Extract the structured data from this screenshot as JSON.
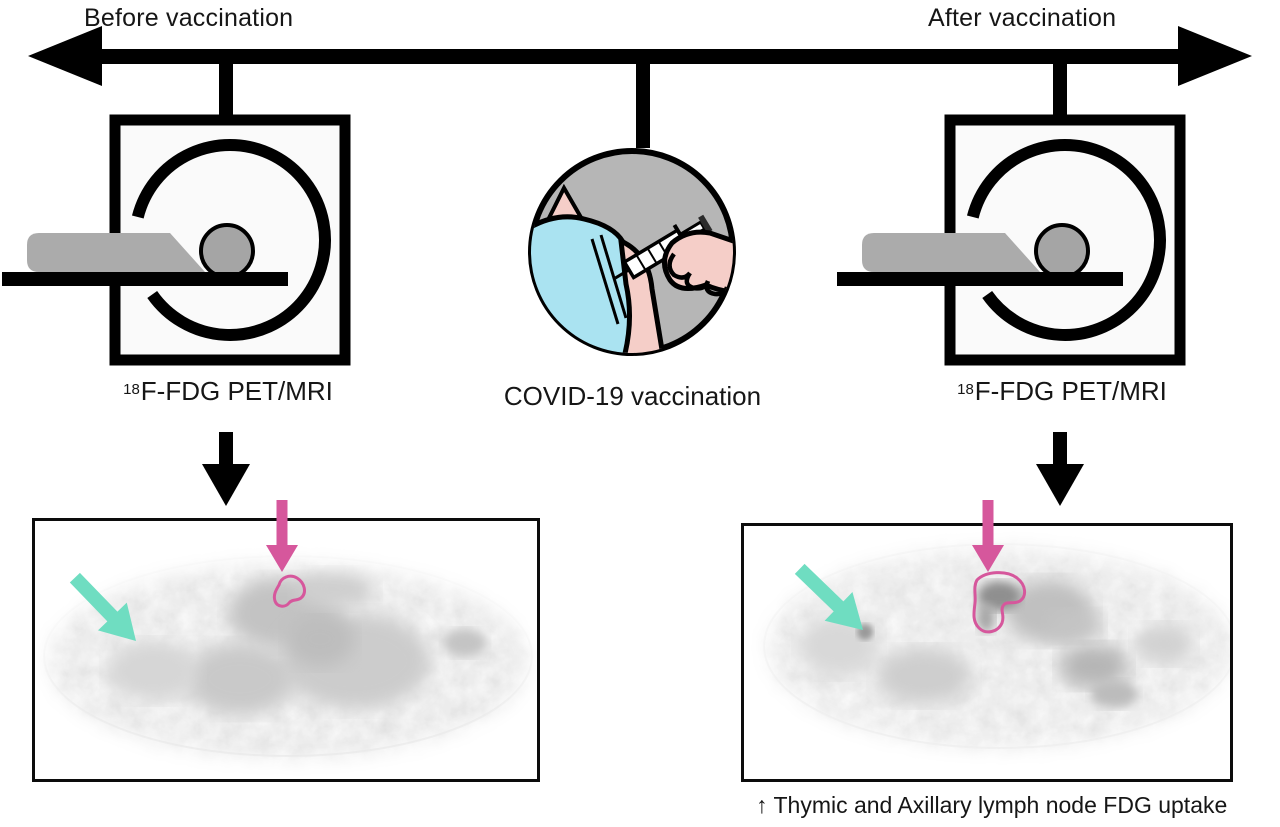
{
  "figure": {
    "timeline": {
      "left_label": "Before vaccination",
      "right_label": "After vaccination"
    },
    "events": {
      "left_scan": {
        "isotope": "18",
        "label": "F-FDG PET/MRI"
      },
      "vaccination": {
        "label": "COVID-19 vaccination"
      },
      "right_scan": {
        "isotope": "18",
        "label": "F-FDG PET/MRI"
      }
    },
    "caption": {
      "arrow_glyph": "↑",
      "text": " Thymic and Axillary lymph node FDG uptake"
    },
    "colors": {
      "teal_arrow": "#6fddc1",
      "pink_arrow": "#d6579c",
      "sleeve_blue": "#aae3f1",
      "skin_pink": "#f5cec8",
      "illustration_gray": "#b6b6b6",
      "scanner_gray": "#ababab"
    }
  }
}
